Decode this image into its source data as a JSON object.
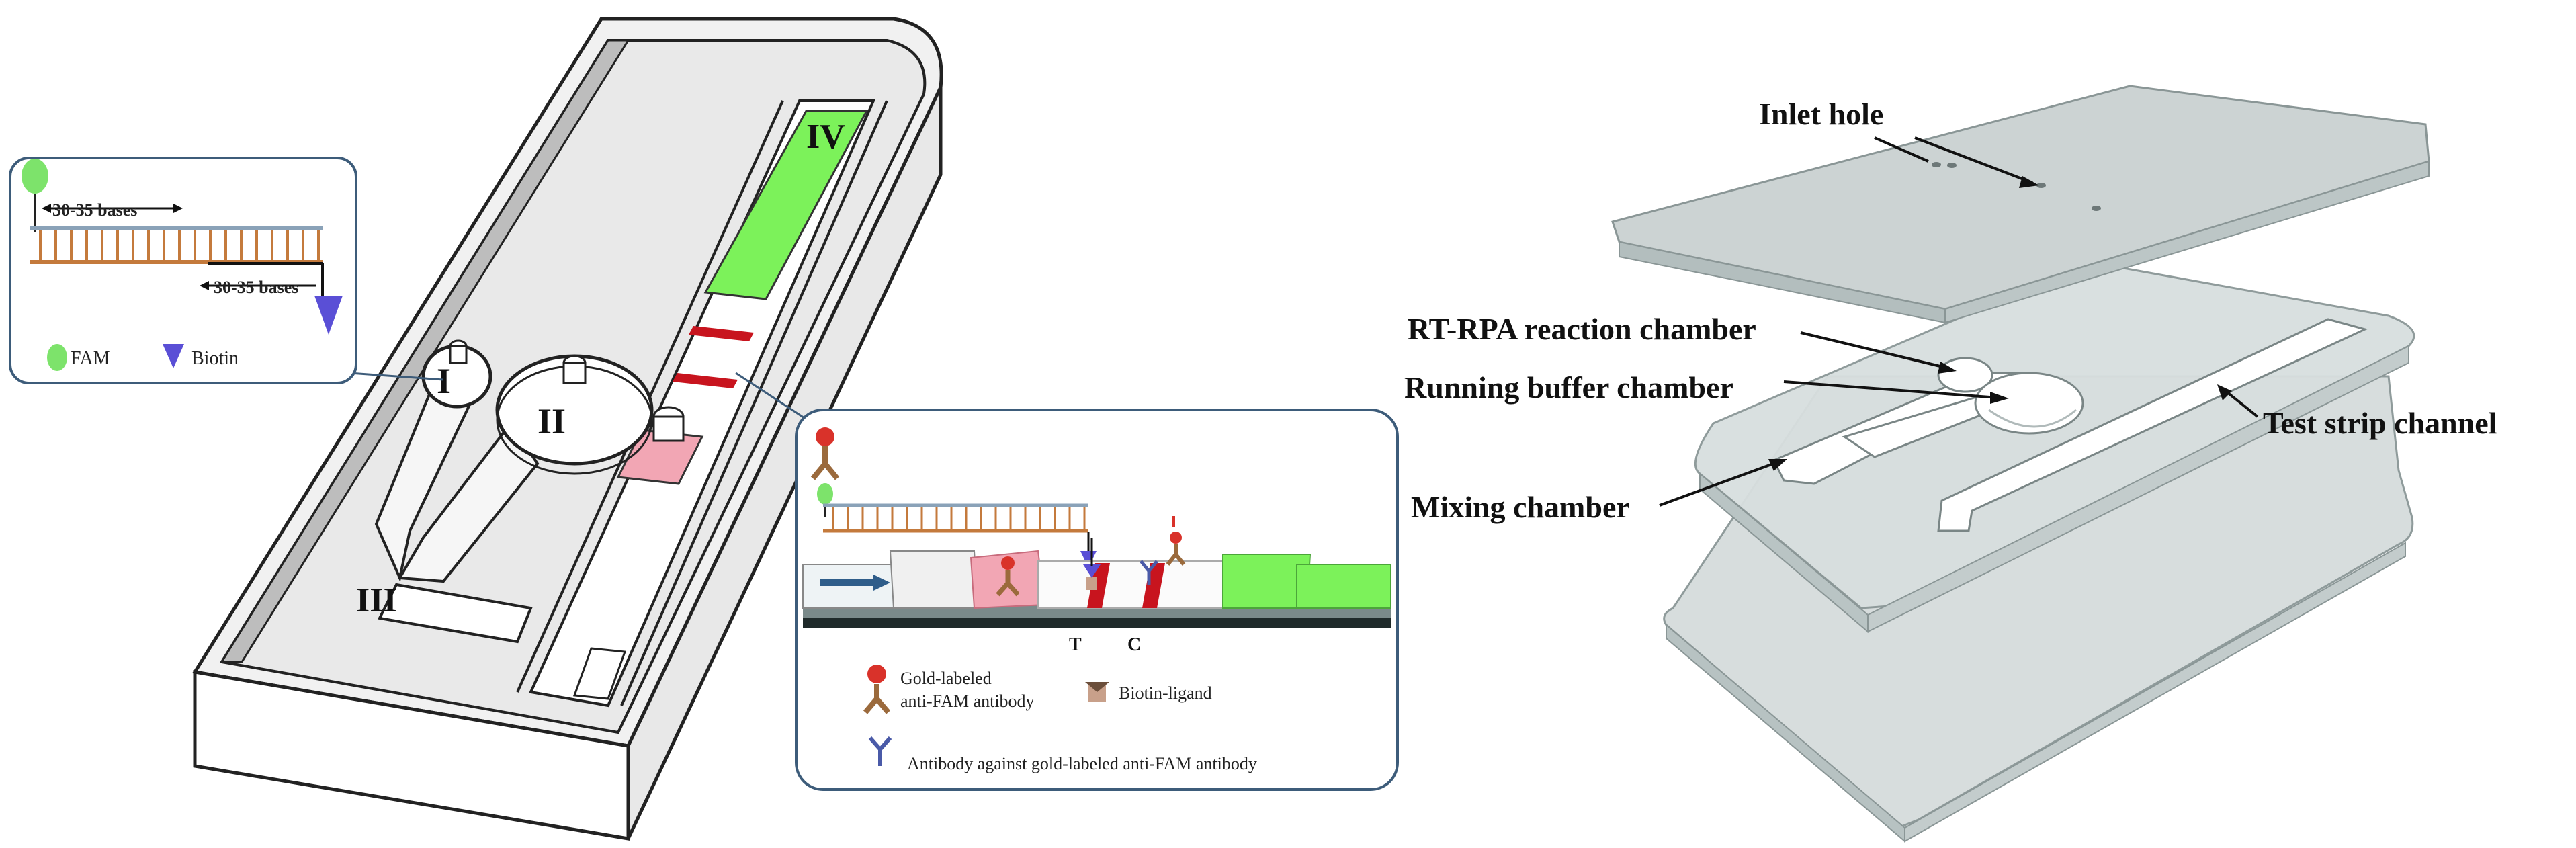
{
  "left_diagram": {
    "chamber_labels": [
      "I",
      "II",
      "III",
      "IV"
    ],
    "dna_inset": {
      "bases_label_top": "30-35 bases",
      "bases_label_bottom": "30-35 bases",
      "legend": [
        {
          "name": "FAM",
          "color": "#7de36b",
          "icon": "green-oval-icon"
        },
        {
          "name": "Biotin",
          "color": "#5a4fd6",
          "icon": "purple-triangle-icon"
        }
      ]
    },
    "strip_inset": {
      "T_label": "T",
      "C_label": "C",
      "legend_gold_antibody_line1": "Gold-labeled",
      "legend_gold_antibody_line2": "anti-FAM antibody",
      "legend_biotin_ligand": "Biotin-ligand",
      "legend_secondary_antibody": "Antibody against gold-labeled anti-FAM antibody"
    }
  },
  "right_diagram": {
    "labels": {
      "inlet_hole": "Inlet hole",
      "rt_rpa_chamber": "RT-RPA reaction chamber",
      "running_buffer_chamber": "Running buffer chamber",
      "test_strip_channel": "Test strip channel",
      "mixing_chamber": "Mixing chamber"
    }
  },
  "colors": {
    "membrane_green": "#7cf25a",
    "pad_pink": "#f2a6b4",
    "test_line_red": "#c8141e",
    "chip_grey": "#e6e6e6",
    "glass_grey": "#cfd6d6",
    "inset_border": "#3d5c7a"
  }
}
